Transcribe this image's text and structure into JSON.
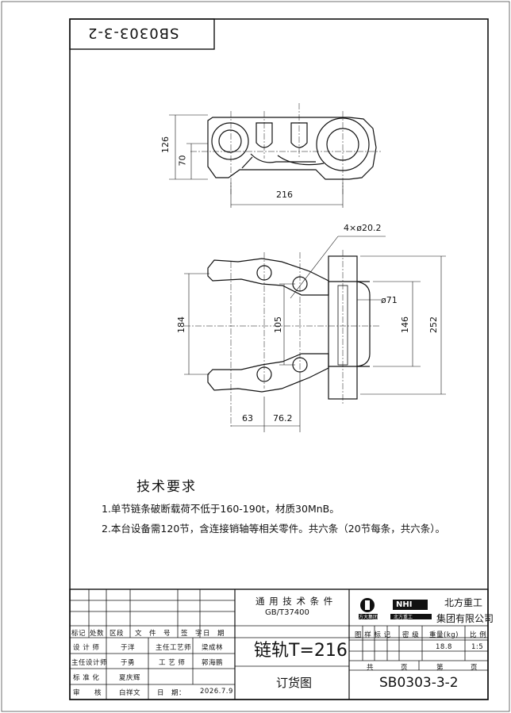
{
  "drawing": {
    "stamp_reversed": "SB0303-3-2",
    "dims": {
      "top_height": "126",
      "top_half": "70",
      "pitch": "216",
      "holes": "4×ø20.2",
      "left_height": "184",
      "mid_height": "105",
      "pin_dia": "ø71",
      "right_inner": "146",
      "right_outer": "252",
      "bot_left": "63",
      "bot_right": "76.2"
    }
  },
  "tech": {
    "title": "技术要求",
    "line1": "1.单节链条破断载荷不低于160-190t，材质30MnB。",
    "line2": "2.本台设备需120节，含连接销轴等相关零件。共六条（20节每条，共六条）。"
  },
  "title_block": {
    "std_title": "通 用 技 术 条 件",
    "std_code": "GB/T37400",
    "company_line1": "北方重工",
    "company_line2": "集团有限公司",
    "logo_left": "方大集团",
    "logo_right_top": "NHI",
    "logo_right_bottom": "北方重工",
    "part_name": "链轨T=216",
    "doc_type": "订货图",
    "drawing_no": "SB0303-3-2",
    "rev_headers": [
      "标记",
      "处数",
      "区段",
      "文　件　号",
      "签　字",
      "日　期"
    ],
    "roles": [
      {
        "role": "设 计 师",
        "name": "于洋",
        "role2": "主任工艺师",
        "name2": "梁成林"
      },
      {
        "role": "主任设计师",
        "name": "于勇",
        "role2": "工 艺 师",
        "name2": "郭海鹏"
      },
      {
        "role": "标 准 化",
        "name": "夏庆辉",
        "role2": "",
        "name2": ""
      },
      {
        "role": "审　　核",
        "name": "白祥文",
        "role2": "日　期：",
        "name2": "2026.7.9"
      }
    ],
    "stage_headers": [
      "图 样 标 记",
      "密 级",
      "重量(kg)",
      "比 例"
    ],
    "weight": "18.8",
    "scale": "1:5",
    "total_label": "共",
    "page_label": "页",
    "sheet_label": "第",
    "sheet_page_label": "页"
  }
}
